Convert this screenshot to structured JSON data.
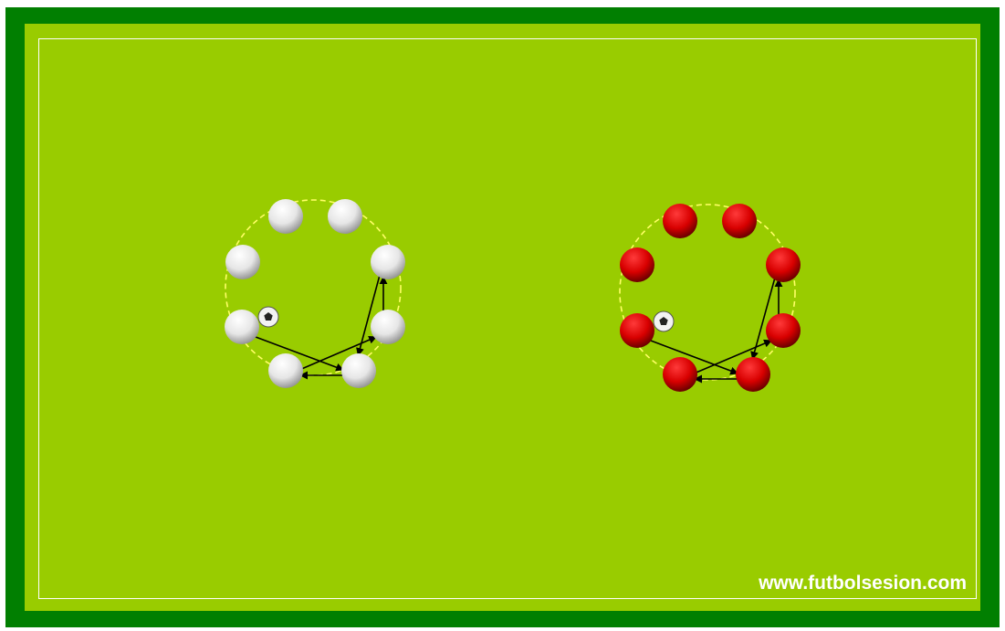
{
  "watermark": "www.futbolsesion.com",
  "colors": {
    "field_dark": "#017f01",
    "field_light": "#99cc00",
    "line": "#ffffff",
    "circle": "#ffff66",
    "arrow": "#000000",
    "team_white": "#ffffff",
    "team_red": "#e00000"
  },
  "groups": [
    {
      "name": "white-group",
      "team": "white",
      "players": 8,
      "ball_holder": "left-middle",
      "passes": [
        "left-middle -> bottom-right",
        "bottom-right -> bottom-left",
        "bottom-left -> right-middle",
        "right-middle -> upper-right",
        "upper-right -> bottom-right"
      ]
    },
    {
      "name": "red-group",
      "team": "red",
      "players": 8,
      "ball_holder": "left-middle",
      "passes": [
        "left-middle -> bottom-right",
        "bottom-right -> bottom-left",
        "bottom-left -> right-middle",
        "right-middle -> upper-right",
        "upper-right -> bottom-right"
      ]
    }
  ]
}
